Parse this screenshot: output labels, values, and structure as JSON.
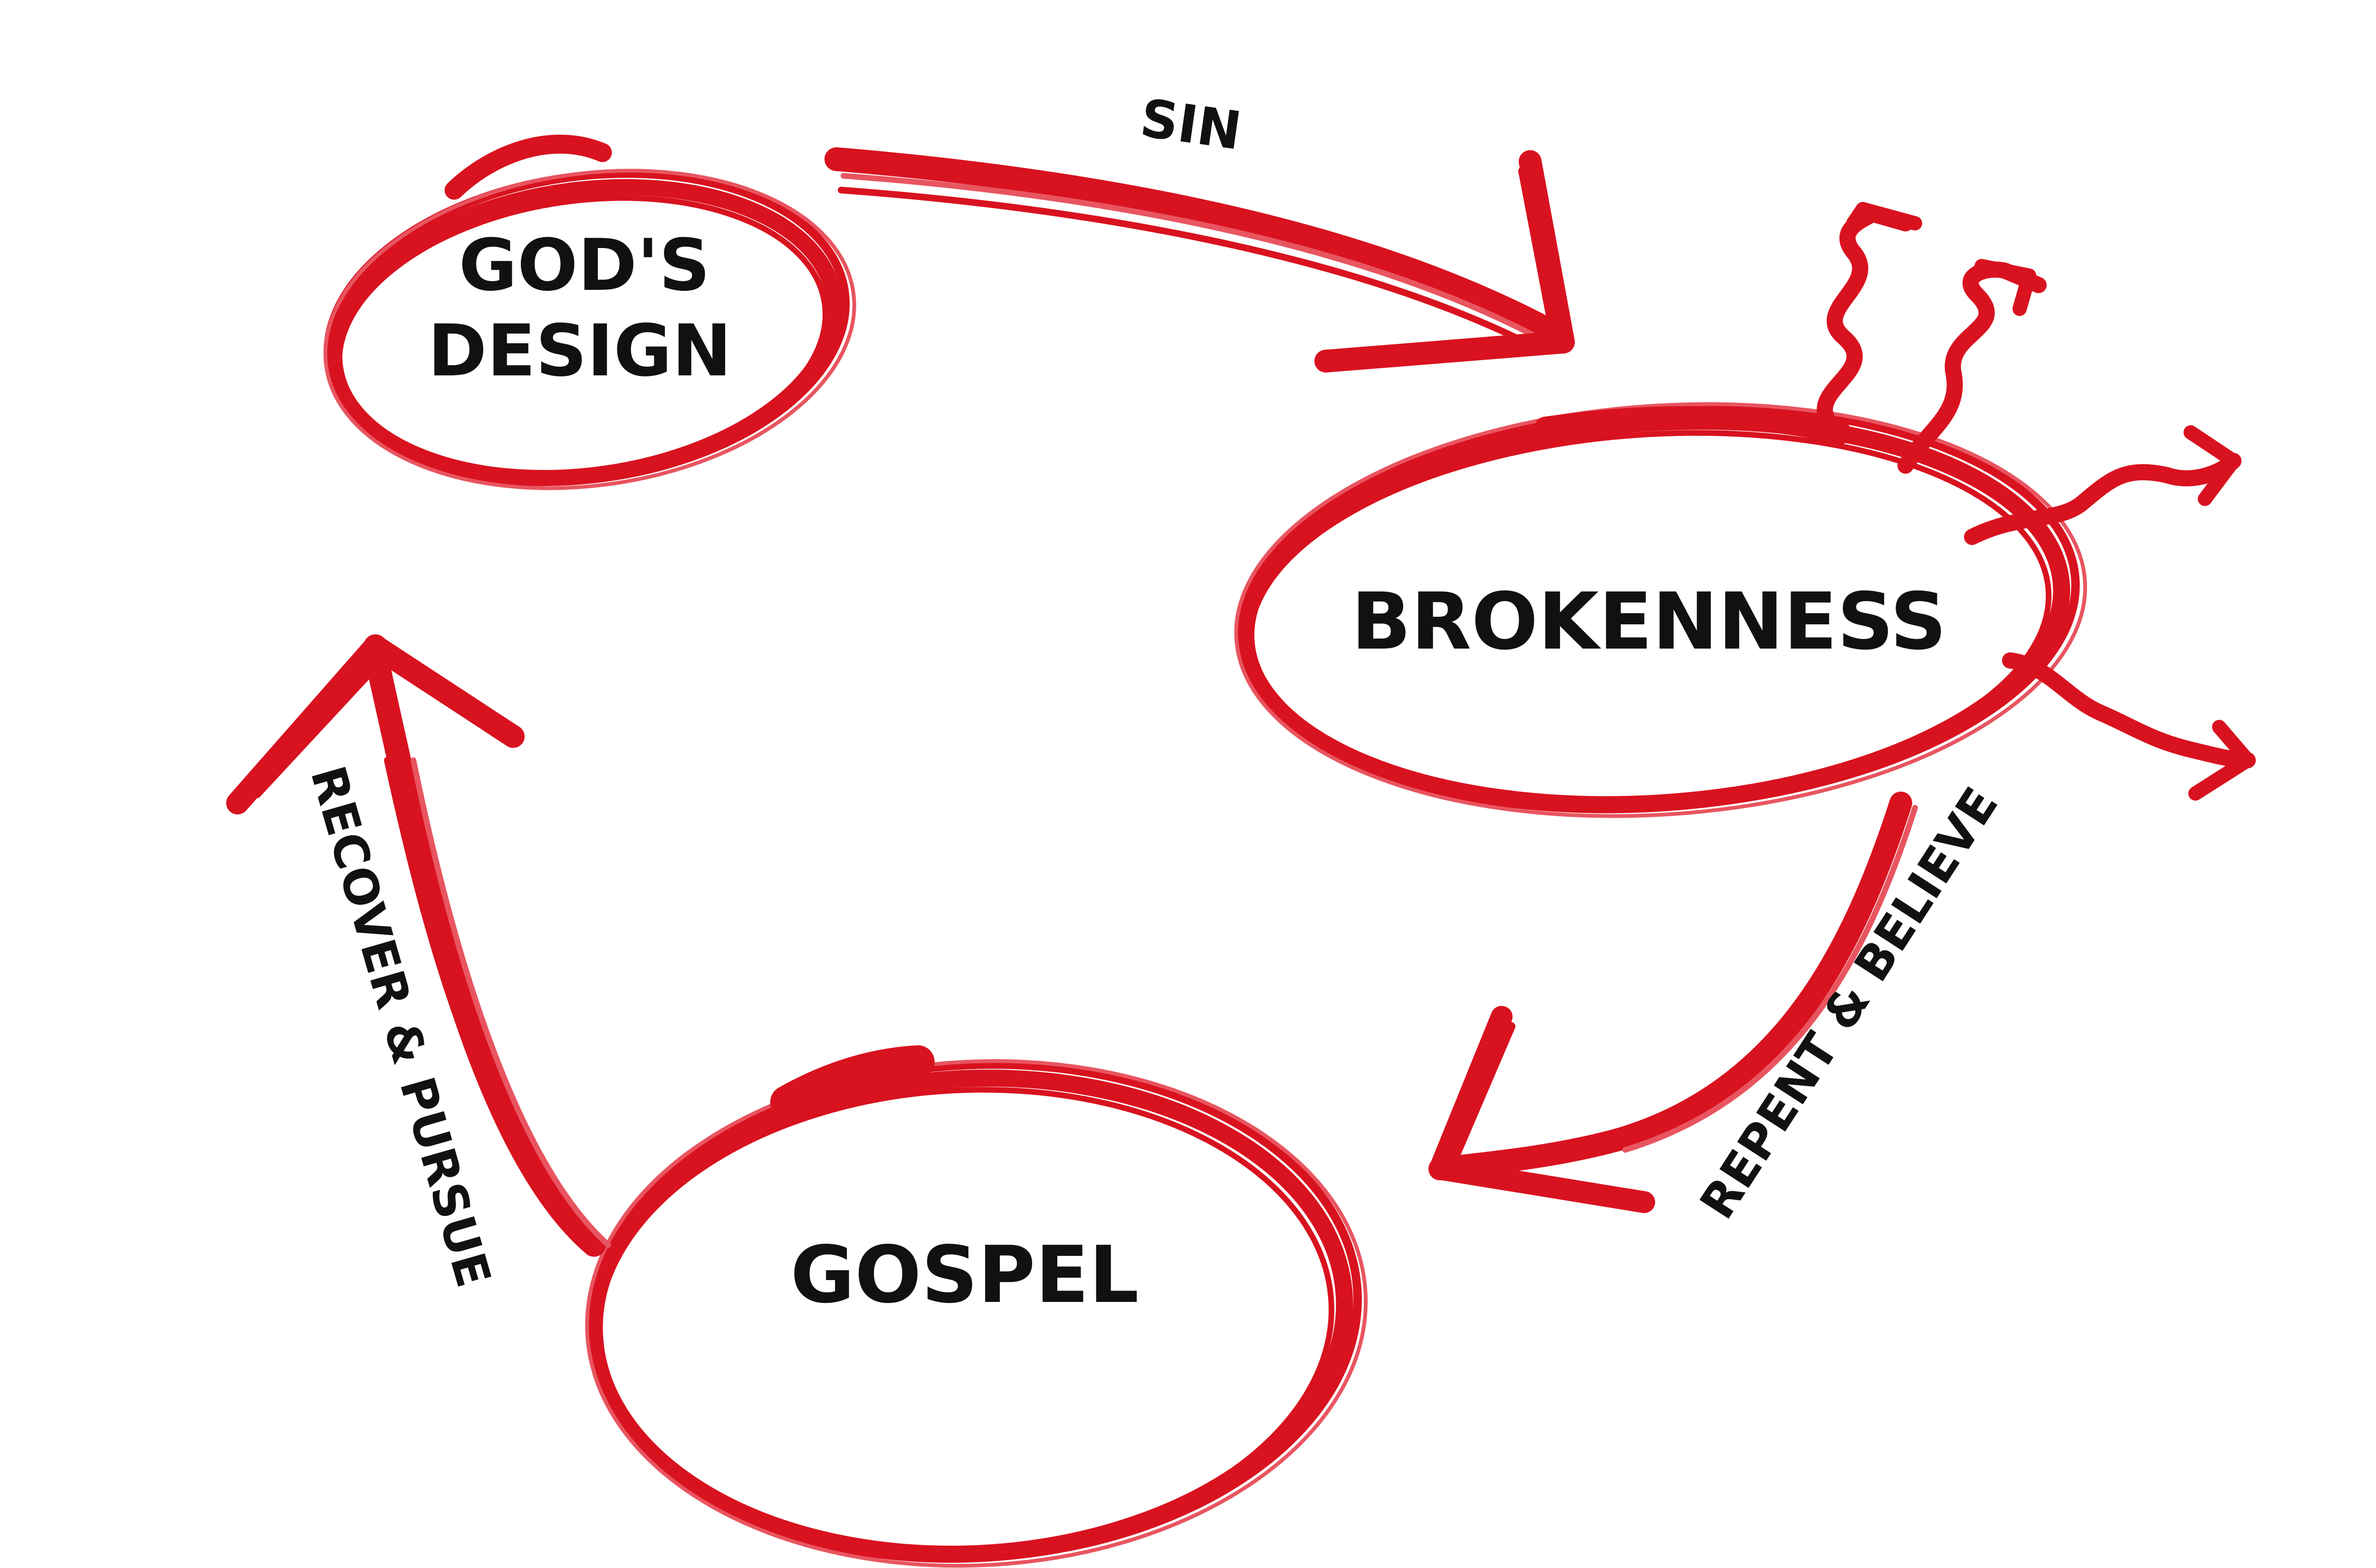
{
  "colors": {
    "marker": "#d9121f",
    "marker_light": "#e85560",
    "text": "#111111",
    "background": "#ffffff"
  },
  "nodes": {
    "gods_design": {
      "line1": "GOD'S",
      "line2": "DESIGN"
    },
    "brokenness": {
      "label": "BROKENNESS"
    },
    "gospel": {
      "label": "GOSPEL"
    }
  },
  "edges": {
    "sin": {
      "label": "SIN"
    },
    "repent_believe": {
      "label": "REPENT & BELIEVE"
    },
    "recover_pursue": {
      "label": "RECOVER & PURSUE"
    }
  }
}
